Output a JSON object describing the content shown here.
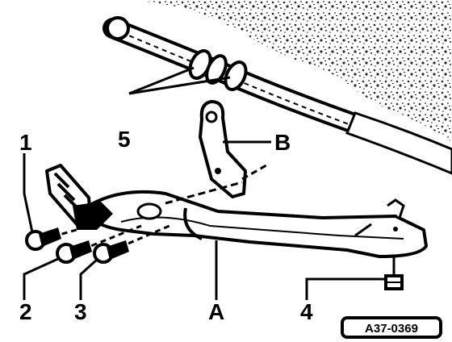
{
  "diagram": {
    "callouts": {
      "c1": "1",
      "c2": "2",
      "c3": "3",
      "c4": "4",
      "c5": "5",
      "cA": "A",
      "cB": "B"
    },
    "reference_code": "A37-0369"
  },
  "colors": {
    "ink": "#000000",
    "paper": "#ffffff"
  }
}
